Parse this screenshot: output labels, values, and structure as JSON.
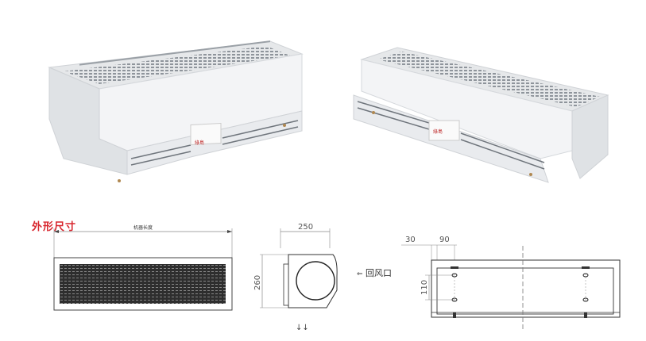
{
  "product": {
    "photos": [
      {
        "name": "air-curtain-front-left-view",
        "logo_text": "綠島"
      },
      {
        "name": "air-curtain-front-right-view",
        "logo_text": "綠島"
      }
    ]
  },
  "drawings": {
    "front_view": {
      "title": "外形尺寸",
      "length_label": "机器长度"
    },
    "side_view": {
      "width_dim": "250",
      "height_dim": "260",
      "inlet_label": "回风口",
      "outlet_arrows": "↓↓"
    },
    "mounting_view": {
      "dim_edge": "30",
      "dim_bracket": "90",
      "dim_hole_spacing": "110"
    }
  },
  "colors": {
    "title_red": "#d8262e",
    "line": "#444444",
    "unit_body": "#eef0f2"
  }
}
